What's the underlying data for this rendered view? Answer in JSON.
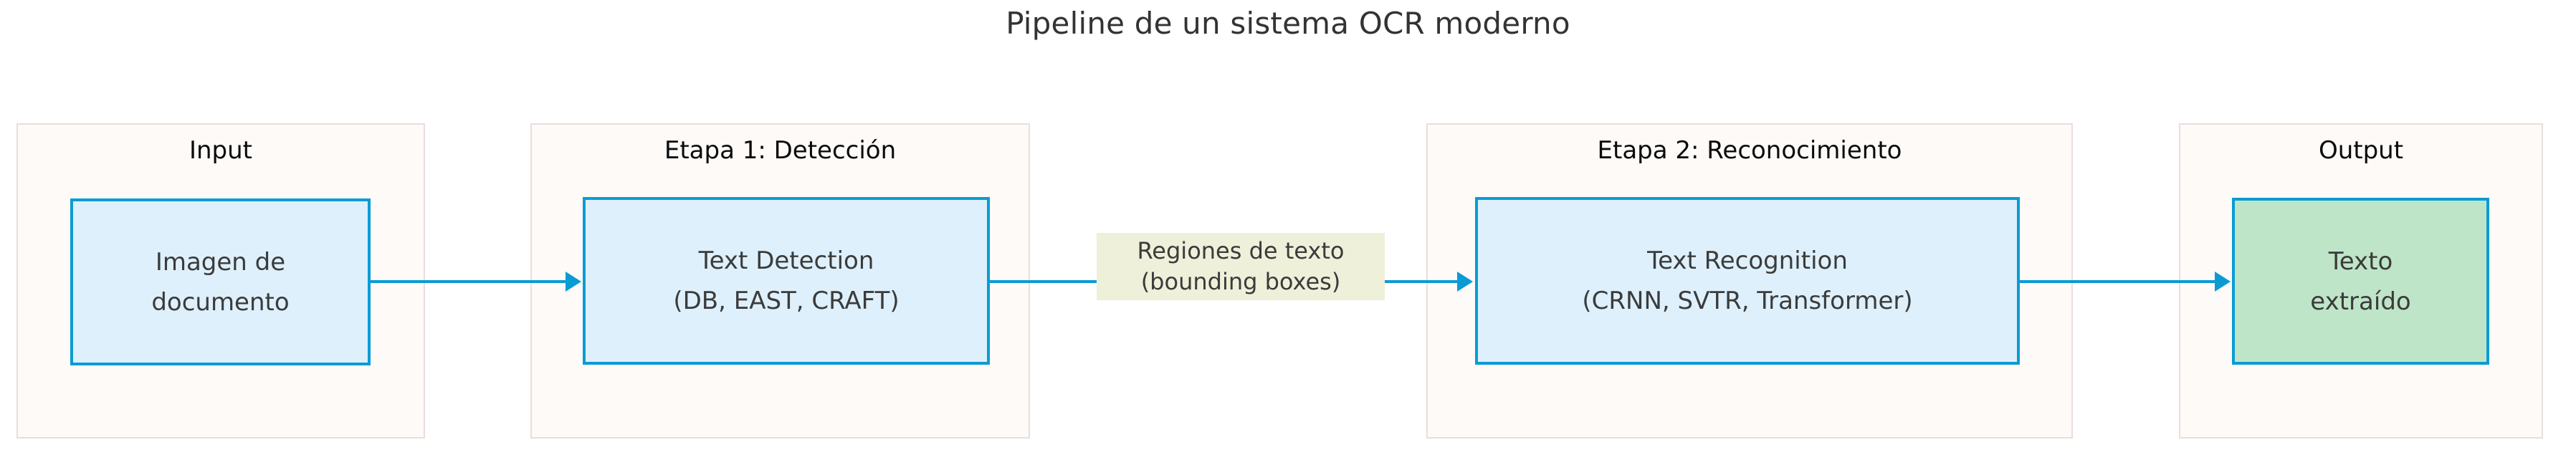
{
  "diagram": {
    "title": "Pipeline de un sistema OCR moderno",
    "type": "flowchart",
    "direction": "left-to-right",
    "colors": {
      "cluster_fill": "#fdfaf8",
      "cluster_border": "#e8dedd",
      "node_blue_fill": "#def0fb",
      "node_green_fill": "#bfe5c8",
      "node_border": "#0b9bd4",
      "edge": "#0b9bd4",
      "edge_label_fill": "#eff0da",
      "title_text": "#333333",
      "node_text": "#3b3b3b",
      "cluster_label_text": "#0b0b0b"
    },
    "clusters": [
      {
        "id": "input",
        "label": "Input"
      },
      {
        "id": "etapa1",
        "label": "Etapa 1: Detección"
      },
      {
        "id": "etapa2",
        "label": "Etapa 2: Reconocimiento"
      },
      {
        "id": "output",
        "label": "Output"
      }
    ],
    "nodes": [
      {
        "id": "n1",
        "cluster": "input",
        "line1": "Imagen de",
        "line2": "documento",
        "fill": "blue"
      },
      {
        "id": "n2",
        "cluster": "etapa1",
        "line1": "Text Detection",
        "line2": "(DB, EAST, CRAFT)",
        "fill": "blue"
      },
      {
        "id": "n3",
        "cluster": "etapa2",
        "line1": "Text Recognition",
        "line2": "(CRNN, SVTR, Transformer)",
        "fill": "blue"
      },
      {
        "id": "n4",
        "cluster": "output",
        "line1": "Texto",
        "line2": "extraído",
        "fill": "green"
      }
    ],
    "edges": [
      {
        "id": "e1",
        "from": "n1",
        "to": "n2",
        "label_line1": "",
        "label_line2": ""
      },
      {
        "id": "e2",
        "from": "n2",
        "to": "n3",
        "label_line1": "Regiones de texto",
        "label_line2": "(bounding boxes)"
      },
      {
        "id": "e3",
        "from": "n3",
        "to": "n4",
        "label_line1": "",
        "label_line2": ""
      }
    ]
  }
}
